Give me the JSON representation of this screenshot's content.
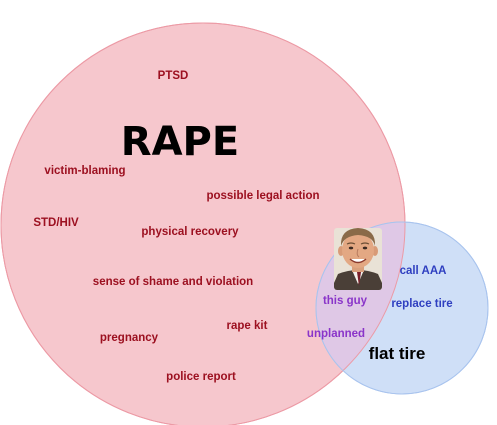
{
  "diagram": {
    "type": "venn",
    "left_set": {
      "title": "RAPE",
      "color": "#f6c7cd",
      "border": "#ec9aa5",
      "text_color": "#9c1020",
      "items": [
        "PTSD",
        "victim-blaming",
        "possible legal action",
        "STD/HIV",
        "physical recovery",
        "sense of shame and violation",
        "rape kit",
        "pregnancy",
        "police report"
      ]
    },
    "right_set": {
      "title": "flat tire",
      "color": "#cfdff7",
      "border": "#a9c4ee",
      "text_color": "#2f3fc0",
      "items": [
        "call AAA",
        "replace tire"
      ]
    },
    "overlap": {
      "color": "#dfc8e6",
      "text_color": "#8a35c9",
      "items": [
        "this guy",
        "unplanned"
      ],
      "photo_icon": "man-portrait-icon"
    }
  }
}
